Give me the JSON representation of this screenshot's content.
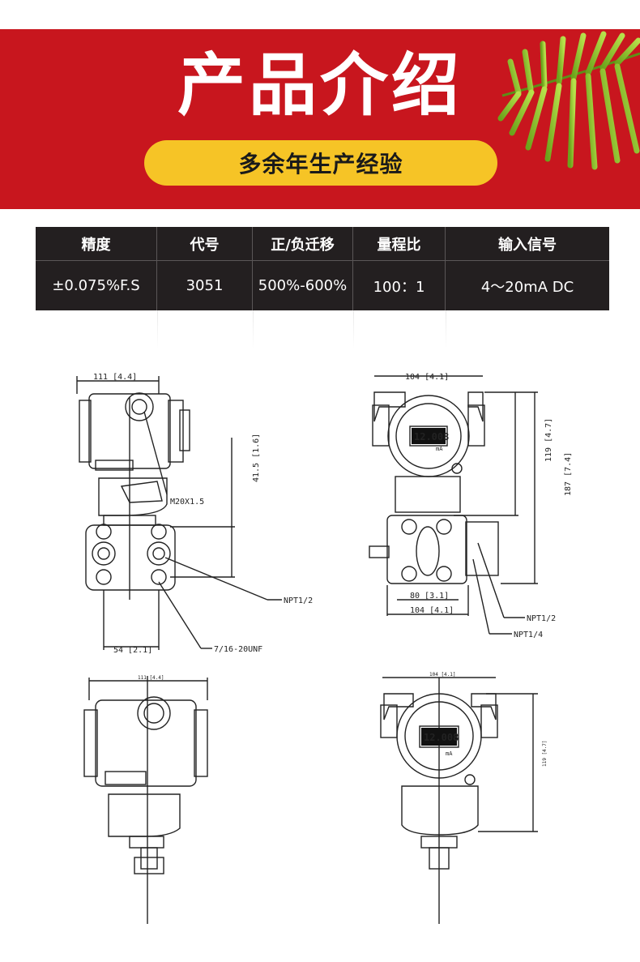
{
  "banner": {
    "title": "产品介绍",
    "subtitle": "多余年生产经验"
  },
  "specs": {
    "headers": [
      "精度",
      "代号",
      "正/负迁移",
      "量程比",
      "输入信号"
    ],
    "values": [
      "±0.075%F.S",
      "3051",
      "500%-600%",
      "100：1",
      "4～20mA DC"
    ]
  },
  "drawing": {
    "d1_width": "111 [4.4]",
    "d1_height": "41.5 [1.6]",
    "d1_thread": "M20X1.5",
    "d1_npt": "NPT1/2",
    "d1_base": "54 [2.1]",
    "d1_unf": "7/16-20UNF",
    "d2_width": "104 [4.1]",
    "d2_h1": "119 [4.7]",
    "d2_h2": "187 [7.4]",
    "d2_inner": "80 [3.1]",
    "d2_bottom": "104 [4.1]",
    "d2_npt12": "NPT1/2",
    "d2_npt14": "NPT1/4",
    "lcd_value": "12.008",
    "lcd_unit": "mA",
    "d3_width": "111 [4.4]",
    "d4_width": "104 [4.1]",
    "d4_height": "119 [4.7]"
  },
  "colors": {
    "banner_red": "#c8161e",
    "pill_yellow": "#f6c426",
    "table_dark": "#231f20"
  }
}
